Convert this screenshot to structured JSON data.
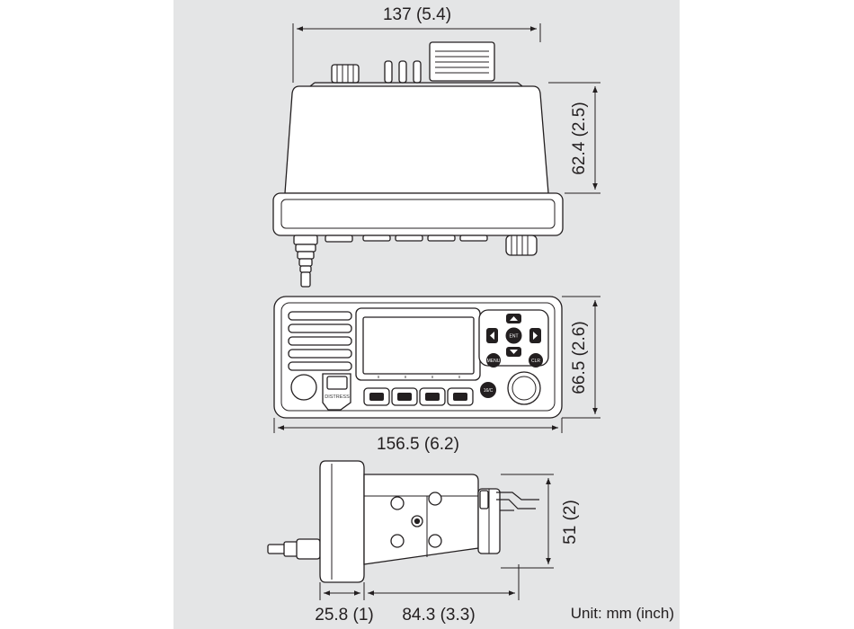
{
  "dimensions": {
    "top_width": "137 (5.4)",
    "top_height": "62.4 (2.5)",
    "front_height": "66.5 (2.6)",
    "front_width": "156.5 (6.2)",
    "side_height": "51 (2)",
    "side_bezel_depth": "25.8 (1)",
    "side_body_depth": "84.3 (3.3)"
  },
  "unit_label": "Unit: mm (inch)",
  "front_panel": {
    "distress_label": "DISTRESS",
    "ent_label": "ENT",
    "clr_label": "CLR",
    "menu_label": "MENU",
    "sixteen_c_label": "16/C"
  },
  "colors": {
    "background": "#e4e5e6",
    "line": "#231f20",
    "body_fill": "#ffffff"
  }
}
